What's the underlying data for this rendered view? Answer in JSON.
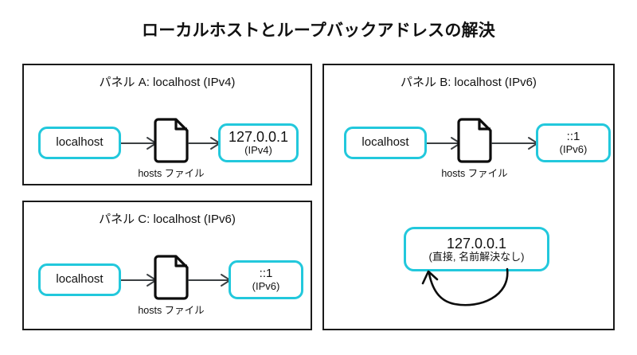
{
  "title": "ローカルホストとループバックアドレスの解決",
  "colors": {
    "accent_cyan": "#22c8dc",
    "stroke_dark": "#1a1a1a",
    "arrow_gray": "#3c4043",
    "background": "#ffffff",
    "text": "#111111"
  },
  "panels": [
    {
      "id": "panel-a",
      "title": "パネル A: localhost (IPv4)",
      "source": {
        "label": "localhost"
      },
      "process": {
        "icon": "document-icon",
        "label": "hosts ファイル"
      },
      "target": {
        "line1": "127.0.0.1",
        "line2": "(IPv4)"
      }
    },
    {
      "id": "panel-b",
      "title": "パネル B: localhost (IPv6)",
      "source": {
        "label": "localhost"
      },
      "process": {
        "icon": "document-icon",
        "label": "hosts ファイル"
      },
      "target": {
        "line1": "::1",
        "line2": "(IPv6)"
      },
      "direct": {
        "line1": "127.0.0.1",
        "line2": "(直接, 名前解決なし)"
      }
    },
    {
      "id": "panel-c",
      "title": "パネル C: localhost (IPv6)",
      "source": {
        "label": "localhost"
      },
      "process": {
        "icon": "document-icon",
        "label": "hosts ファイル"
      },
      "target": {
        "line1": "::1",
        "line2": "(IPv6)"
      }
    }
  ]
}
